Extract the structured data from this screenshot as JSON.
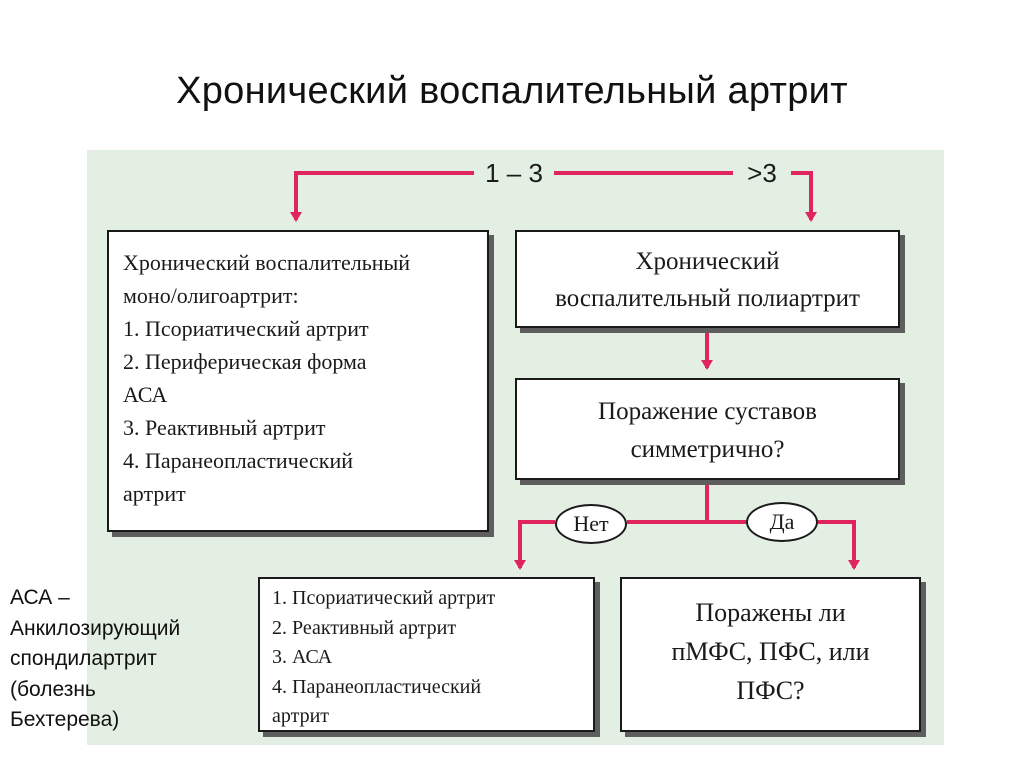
{
  "title": "Хронический воспалительный артрит",
  "branch_labels": {
    "one_to_three": "1 – 3",
    "more_than_three": ">3"
  },
  "box_mono": {
    "lines": [
      "Хронический воспалительный",
      "моно/олигоартрит:",
      "1. Псориатический артрит",
      "2. Периферическая форма",
      "АСА",
      "3. Реактивный артрит",
      "4. Паранеопластический",
      "артрит"
    ]
  },
  "box_poly": {
    "lines": [
      "Хронический",
      "воспалительный полиартрит"
    ]
  },
  "box_question": {
    "lines": [
      "Поражение суставов",
      "симметрично?"
    ]
  },
  "answers": {
    "no": "Нет",
    "yes": "Да"
  },
  "box_no": {
    "lines": [
      "1. Псориатический артрит",
      "2. Реактивный артрит",
      "3. АСА",
      "4. Паранеопластический",
      "артрит"
    ]
  },
  "box_yes": {
    "lines": [
      "Поражены ли",
      "пМФС, ПФС, или",
      "ПФС?"
    ]
  },
  "footnote": {
    "lines": [
      "АСА –",
      "Анкилозирующий",
      "спондилартрит",
      "(болезнь",
      "Бехтерева)"
    ]
  },
  "colors": {
    "panel": "#e3efe3",
    "arrow": "#e0245e",
    "border": "#1a1a1a"
  }
}
